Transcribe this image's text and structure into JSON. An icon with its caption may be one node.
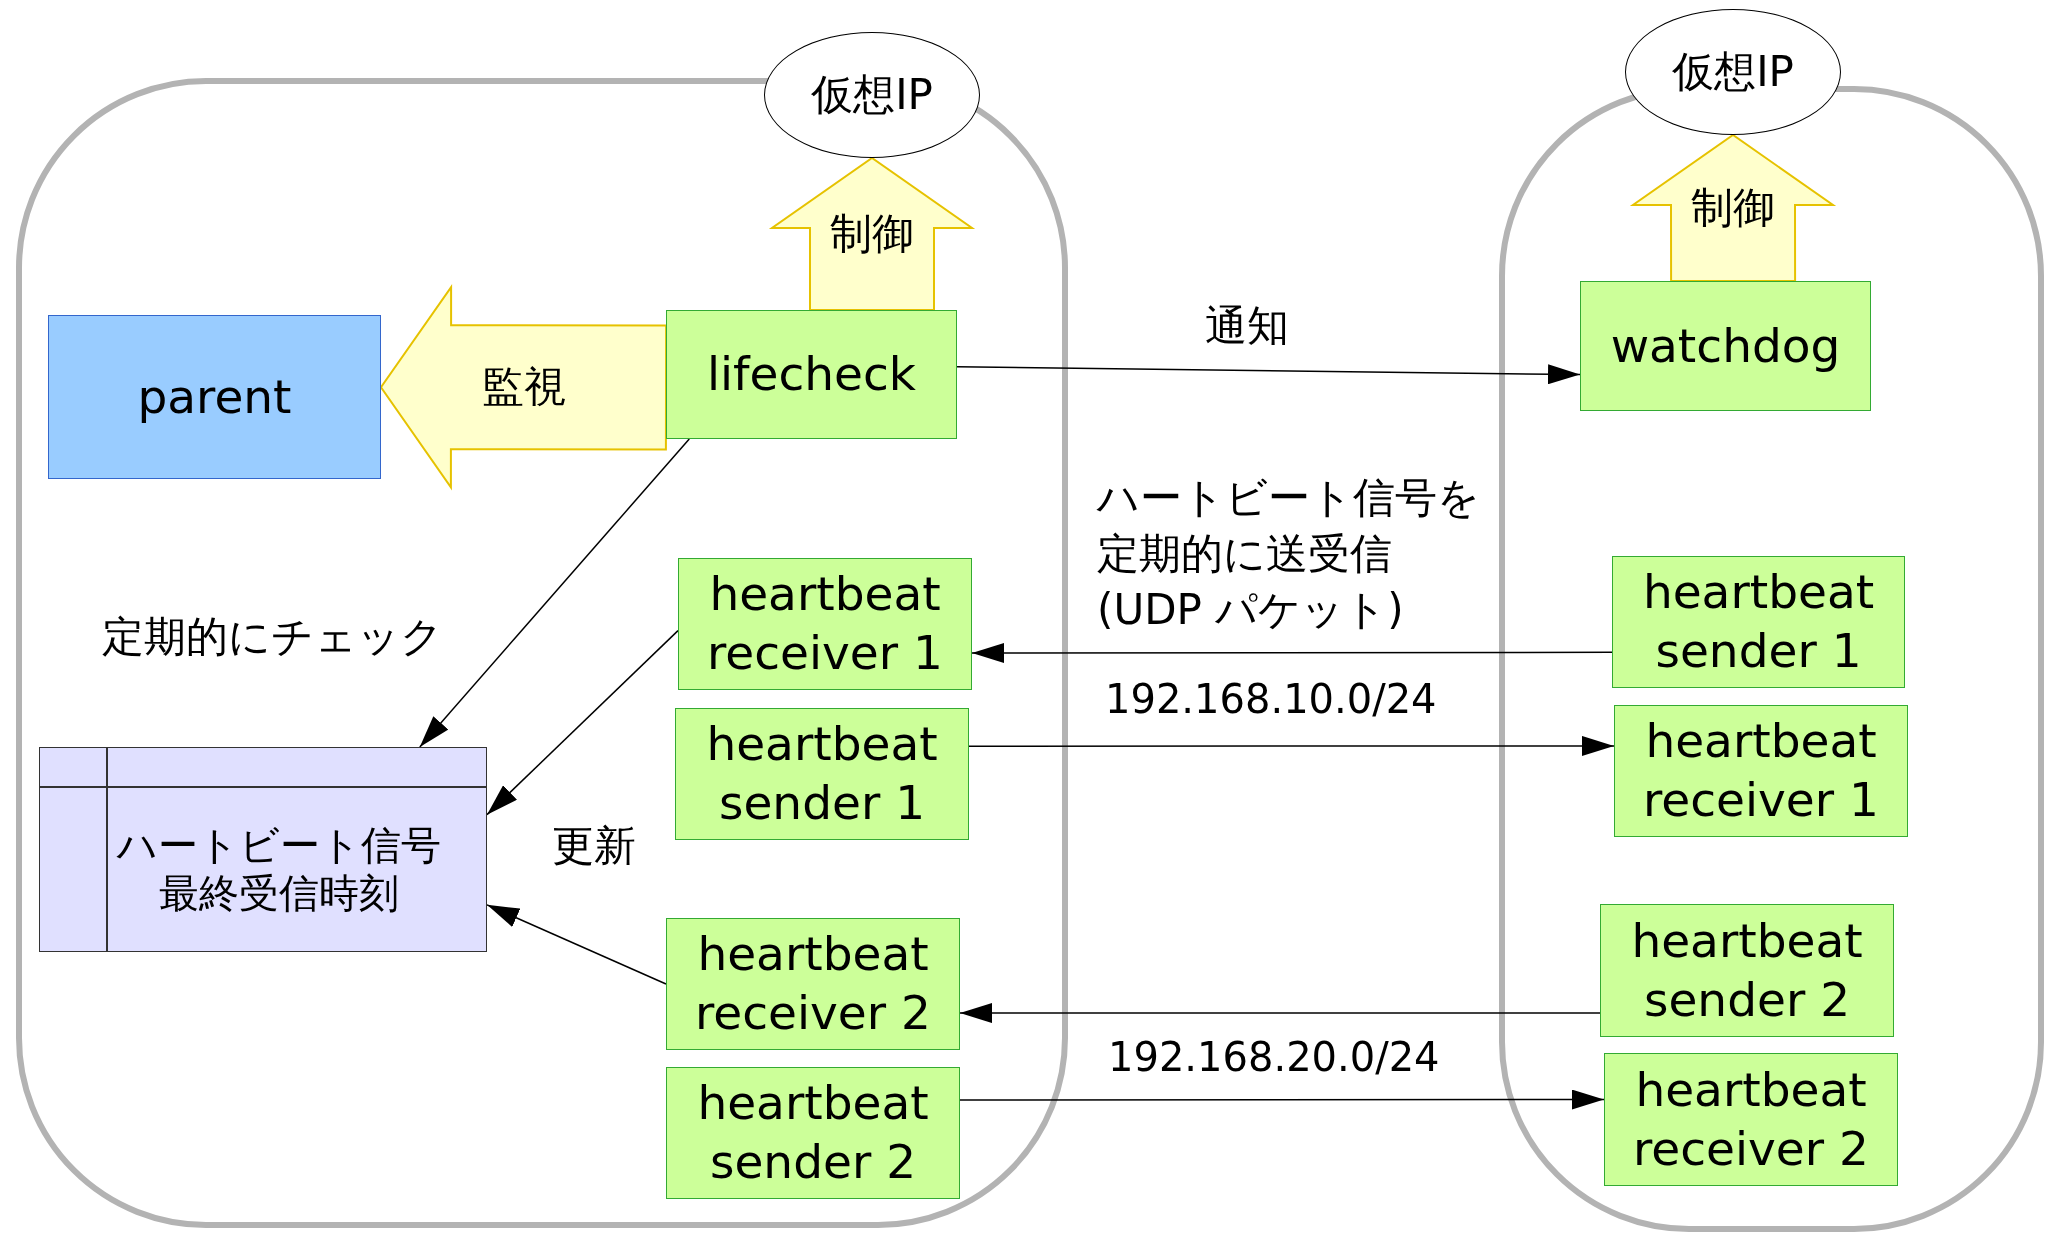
{
  "diagram": {
    "nodes": [
      {
        "text": [],
        "shape": "box"
      },
      {
        "text": [
          "仮想IP"
        ]
      },
      {
        "text": [
          "parent"
        ],
        "in": 0
      },
      {
        "text": [
          "lifecheck"
        ],
        "in": 0
      },
      {
        "text": [
          "ハートビート信号最終受信時刻"
        ],
        "in": 0
      },
      {
        "text": [
          "heartbeat receiver 1"
        ],
        "in": 0
      },
      {
        "text": [
          "heartbeat sender 1"
        ],
        "in": 0
      },
      {
        "text": [
          "heartbeat receiver 2"
        ],
        "in": 0
      },
      {
        "text": [
          "heartbeat sender 2"
        ],
        "in": 0
      },
      {
        "text": [],
        "shape": "box"
      },
      {
        "text": [
          "仮想IP"
        ]
      },
      {
        "text": [
          "watchdog"
        ],
        "in": 9
      },
      {
        "text": [
          "heartbeat sender 1"
        ],
        "in": 9
      },
      {
        "text": [
          "heartbeat receiver 1"
        ],
        "in": 9
      },
      {
        "text": [
          "heartbeat sender 2"
        ],
        "in": 9
      },
      {
        "text": [
          "heartbeat receiver 2"
        ],
        "in": 9
      }
    ],
    "edges": [
      {
        "from": 3,
        "to": 1,
        "arrow": "to",
        "label": "制御",
        "style": "thick",
        "color": "#e6c200"
      },
      {
        "from": 11,
        "to": 10,
        "arrow": "to",
        "label": "制御",
        "style": "thick",
        "color": "#e6c200"
      },
      {
        "from": 3,
        "to": 2,
        "arrow": "to",
        "label": "監視",
        "style": "thick",
        "color": "#e6c200"
      },
      {
        "from": 3,
        "to": 11,
        "arrow": "to",
        "label": "通知"
      },
      {
        "from": 3,
        "to": 4,
        "arrow": "to",
        "label": "定期的にチェック"
      },
      {
        "from": 5,
        "to": 4,
        "arrow": "to",
        "label": "更新"
      },
      {
        "from": 7,
        "to": 4,
        "arrow": "to"
      },
      {
        "from": 12,
        "to": 5,
        "arrow": "to"
      },
      {
        "from": 6,
        "to": 13,
        "arrow": "to"
      },
      {
        "from": 14,
        "to": 7,
        "arrow": "to"
      },
      {
        "from": 8,
        "to": 15,
        "arrow": "to"
      }
    ],
    "labels": [
      "ハートビート信号を定期的に送受信(UDP パケット)",
      "192.168.10.0/24",
      "192.168.20.0/24"
    ]
  }
}
